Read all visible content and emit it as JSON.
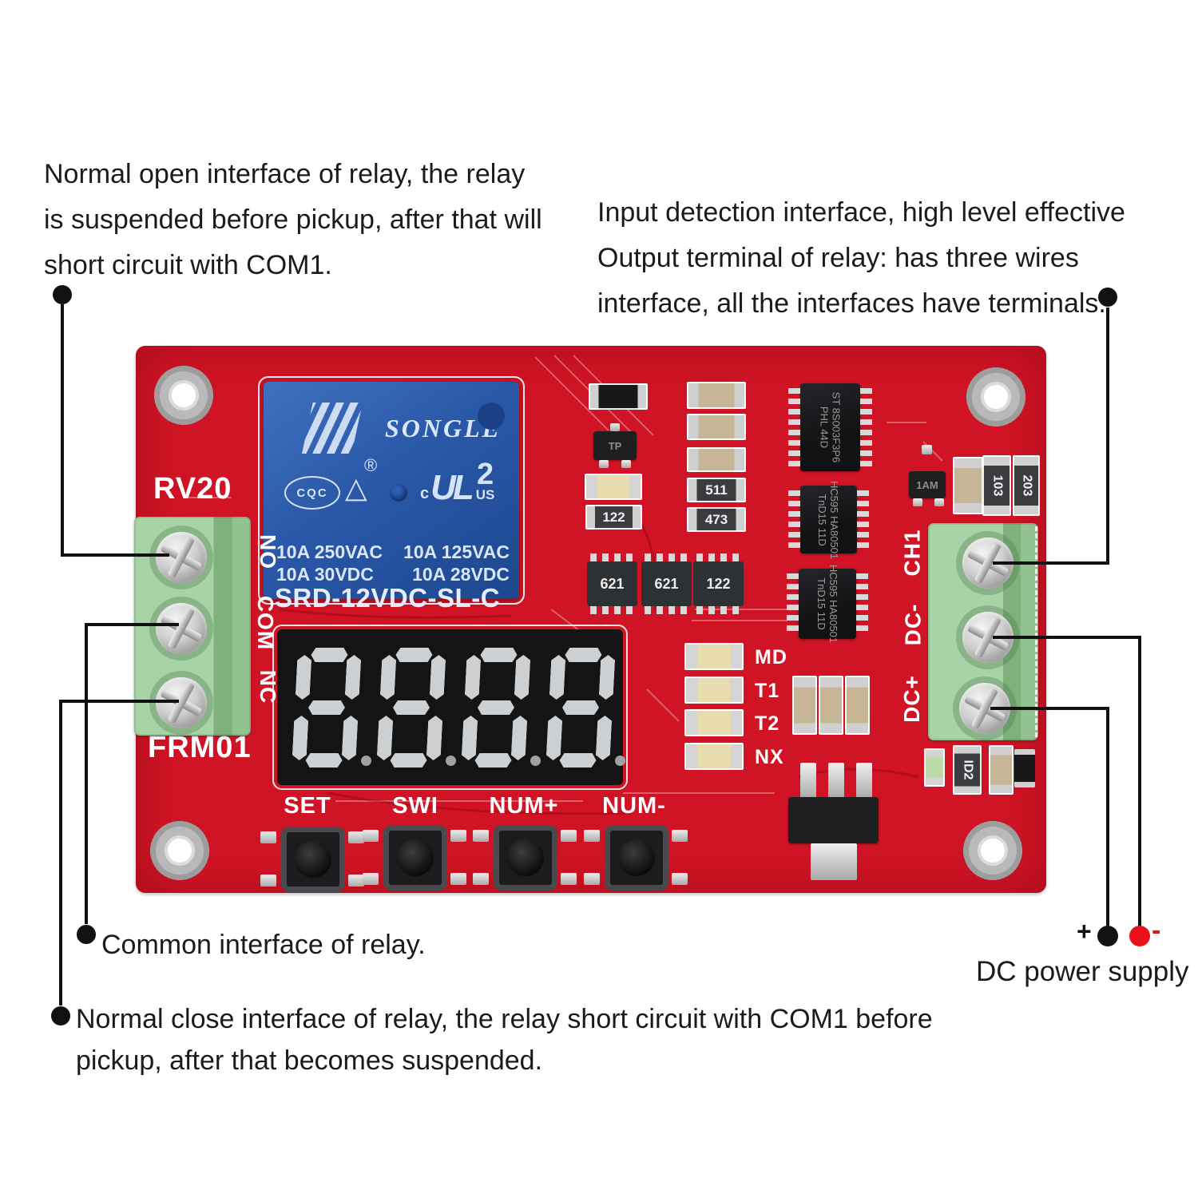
{
  "annotations": {
    "normal_open_lines": [
      "Normal open interface of relay, the relay",
      "is suspended before pickup, after that will",
      "short circuit with COM1."
    ],
    "input_output_lines": [
      "Input detection interface, high level effective",
      "Output terminal of relay: has three wires",
      "interface, all the interfaces have terminals."
    ],
    "common_line": "Common interface of relay.",
    "normal_close_lines": [
      "Normal close interface of relay, the relay short circuit with COM1 before",
      "pickup, after that becomes suspended."
    ],
    "dc_power_label": "DC power supply",
    "plus_sign": "+",
    "minus_sign": "-"
  },
  "board": {
    "silk": {
      "rv20": "RV20",
      "frm01": "FRM01",
      "left_terminal_labels": [
        "NO",
        "COM",
        "NC"
      ],
      "right_terminal_labels": [
        "CH1",
        "DC-",
        "DC+"
      ],
      "led_labels": [
        "MD",
        "T1",
        "T2",
        "NX"
      ],
      "button_labels": [
        "SET",
        "SWI",
        "NUM+",
        "NUM-"
      ]
    },
    "relay": {
      "brand": "SONGLE",
      "reg": "®",
      "cqc": "CQC",
      "tri": "△",
      "c_mark": "c",
      "ul_mark": "UL",
      "ul_num": "2",
      "us_mark": "US",
      "ratings_row1_left": "10A 250VAC",
      "ratings_row1_right": "10A 125VAC",
      "ratings_row2_left": "10A 30VDC",
      "ratings_row2_right": "10A 28VDC",
      "model": "SRD-12VDC-SL-C"
    },
    "display_value": "8.8.8.8",
    "ics": [
      {
        "l1": "ST",
        "l2": "8S003F3P6",
        "l3": "PHL 44D"
      },
      {
        "l1": "HC595",
        "l2": "HA80501",
        "l3": "TnD15 11D"
      },
      {
        "l1": "HC595",
        "l2": "HA80501",
        "l3": "TnD15 11D"
      }
    ],
    "smd": {
      "c103": "103",
      "c203": "203",
      "q1am": "1AM",
      "r511": "511",
      "r473": "473",
      "r122": "122",
      "rn1": "621",
      "rn2": "621",
      "rn3": "122",
      "rid2": "ID2",
      "qtp": "TP"
    }
  },
  "colors": {
    "board_red": "#d01425",
    "terminal_green": "#98c798",
    "relay_blue": "#2a5cb0",
    "annotation_black": "#1b1b1b",
    "probe_red": "#e8111a"
  }
}
